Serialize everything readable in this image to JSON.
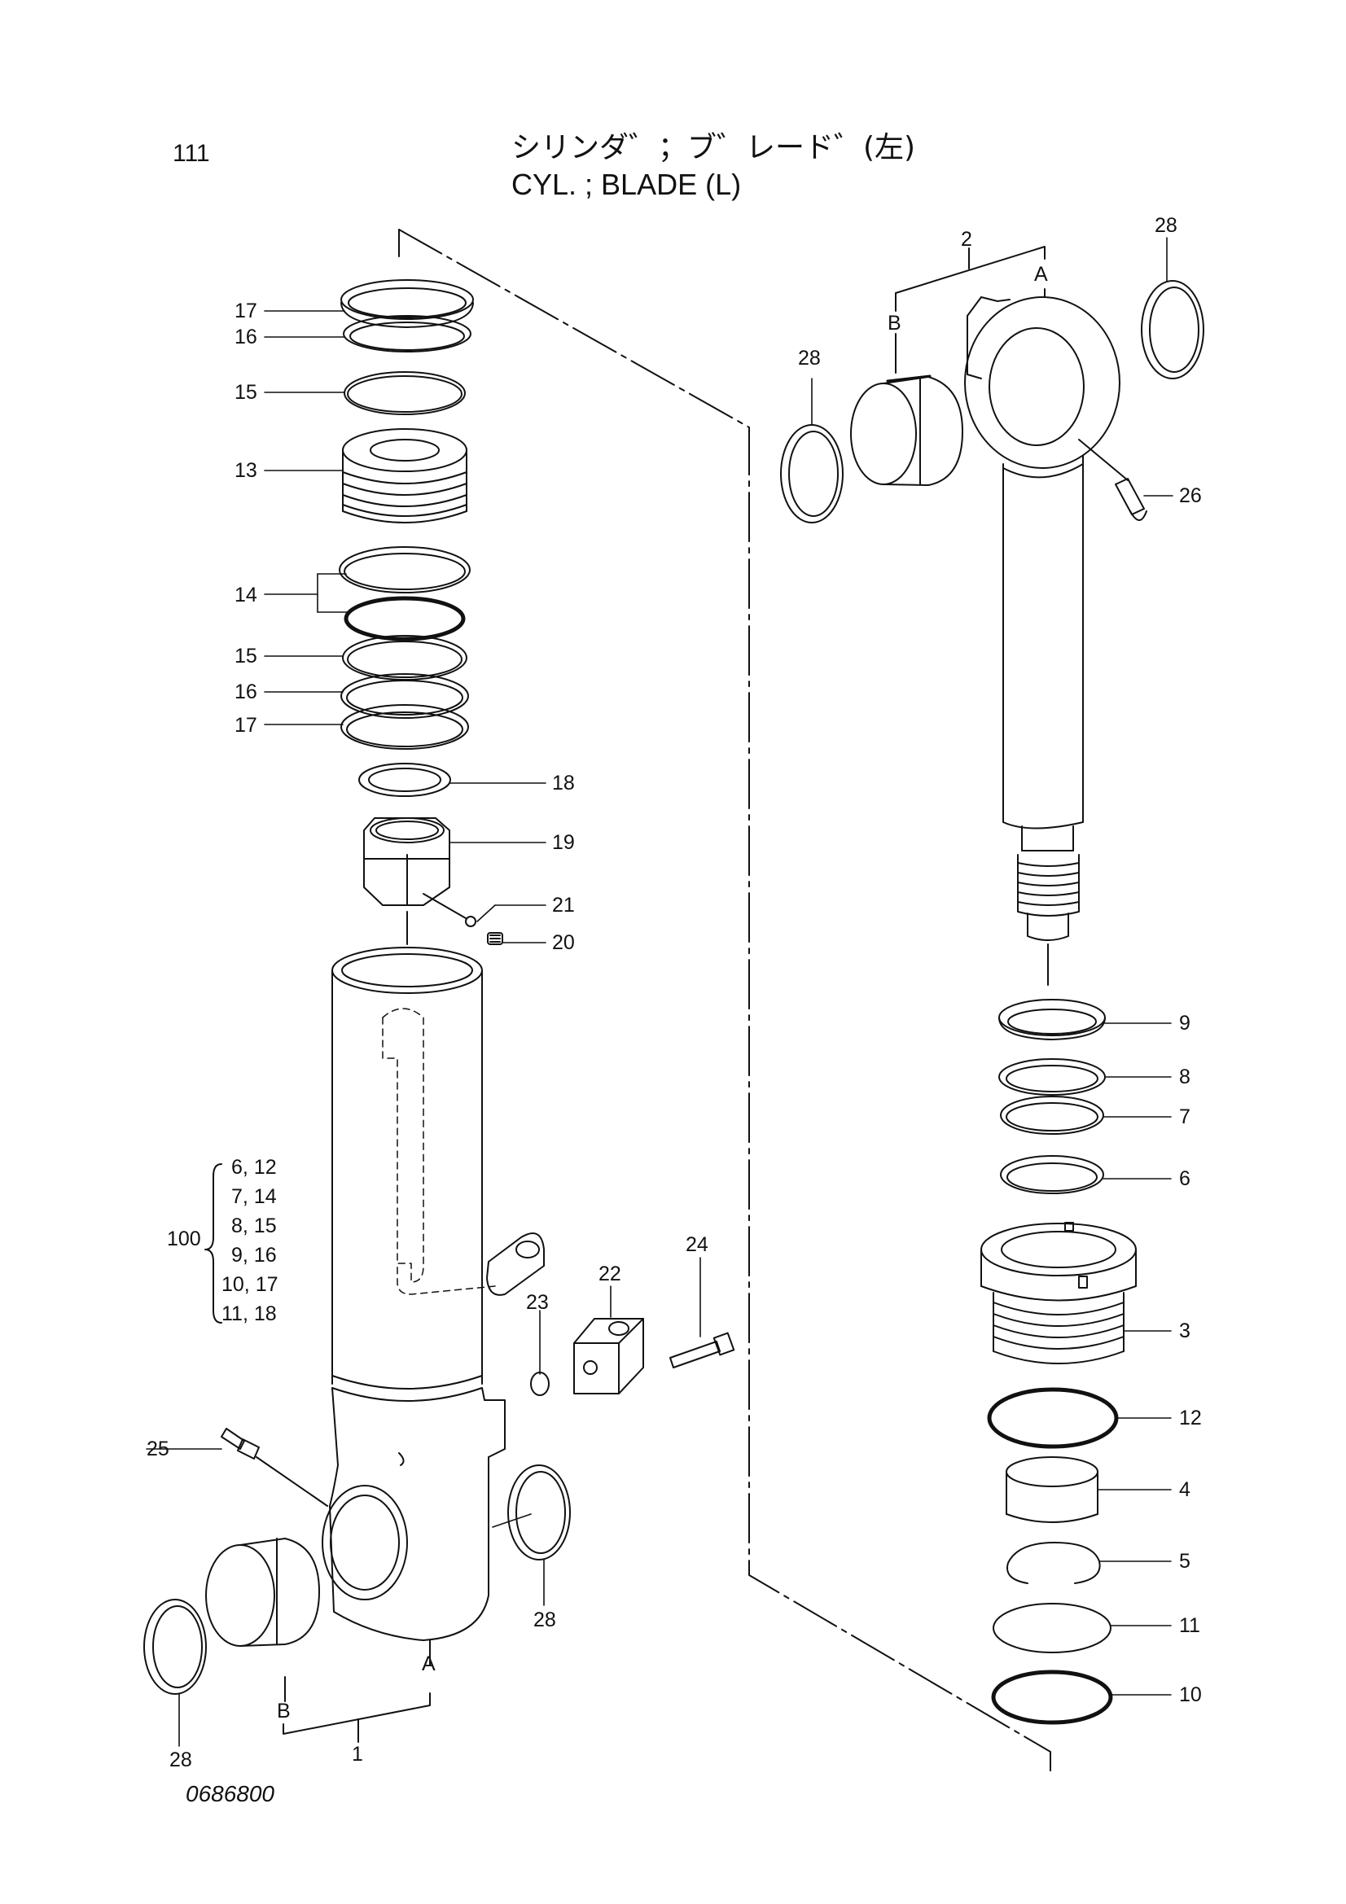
{
  "header": {
    "page_number": "111",
    "title_jp": "シリンダ゛；ブ゛レード゛(左)",
    "title_en": "CYL. ; BLADE (L)"
  },
  "footer": {
    "drawing_number": "0686800"
  },
  "group": {
    "number": "100",
    "items": [
      "6, 12",
      "7, 14",
      "8, 15",
      "9, 16",
      "10, 17",
      "11, 18"
    ]
  },
  "callouts": {
    "c17a": "17",
    "c16a": "16",
    "c15a": "15",
    "c13": "13",
    "c14": "14",
    "c15b": "15",
    "c16b": "16",
    "c17b": "17",
    "c18": "18",
    "c19": "19",
    "c21": "21",
    "c20": "20",
    "c23": "23",
    "c22": "22",
    "c24": "24",
    "c25": "25",
    "c28a": "28",
    "c28b": "28",
    "cA1": "A",
    "cB1": "B",
    "c1": "1",
    "c2": "2",
    "cA2": "A",
    "cB2": "B",
    "c28c": "28",
    "c28d": "28",
    "c26": "26",
    "c9": "9",
    "c8": "8",
    "c7": "7",
    "c6": "6",
    "c3": "3",
    "c12": "12",
    "c4": "4",
    "c5": "5",
    "c11": "11",
    "c10": "10"
  },
  "colors": {
    "ink": "#111111",
    "paper": "#ffffff"
  }
}
